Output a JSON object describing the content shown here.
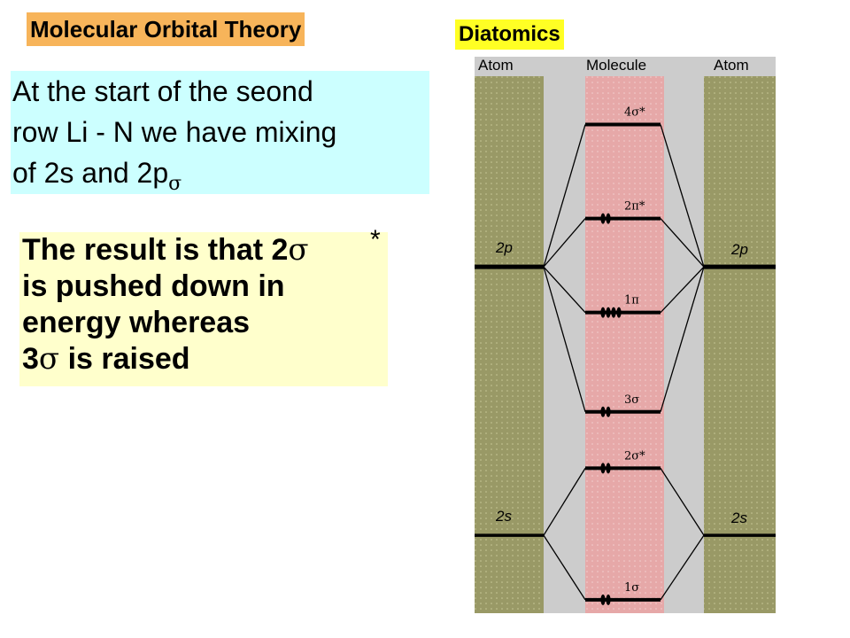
{
  "slide": {
    "title": "Molecular Orbital Theory",
    "subtitle": "Diatomics"
  },
  "note1": {
    "line1": "At the start of the seond",
    "line2": "row  Li - N we have mixing",
    "line3_text": "of 2s and 2p",
    "line3_sub": "σ"
  },
  "note2": {
    "line1_text": "The result is that 2",
    "line1_sym": "σ",
    "line1_star": "*",
    "line2": " is pushed down in",
    "line3": "energy whereas",
    "line4_num": "3",
    "line4_sym": "σ",
    "line4_text": " is raised"
  },
  "diagram": {
    "headers": {
      "left": "Atom",
      "center": "Molecule",
      "right": "Atom"
    },
    "atom_levels": [
      {
        "label": "2p",
        "level": 0.355
      },
      {
        "label": "2s",
        "level": 0.855
      }
    ],
    "mo_levels": [
      {
        "label": "4σ*",
        "level": 0.09,
        "electrons": 0
      },
      {
        "label": "2π*",
        "level": 0.265,
        "electrons": 2
      },
      {
        "label": "1π",
        "level": 0.44,
        "electrons": 4
      },
      {
        "label": "3σ",
        "level": 0.625,
        "electrons": 2
      },
      {
        "label": "2σ*",
        "level": 0.73,
        "electrons": 2
      },
      {
        "label": "1σ",
        "level": 0.975,
        "electrons": 2
      }
    ],
    "colors": {
      "atom_column": "#999966",
      "molecule_column": "#e6a8a8",
      "gap": "#cccccc"
    }
  }
}
